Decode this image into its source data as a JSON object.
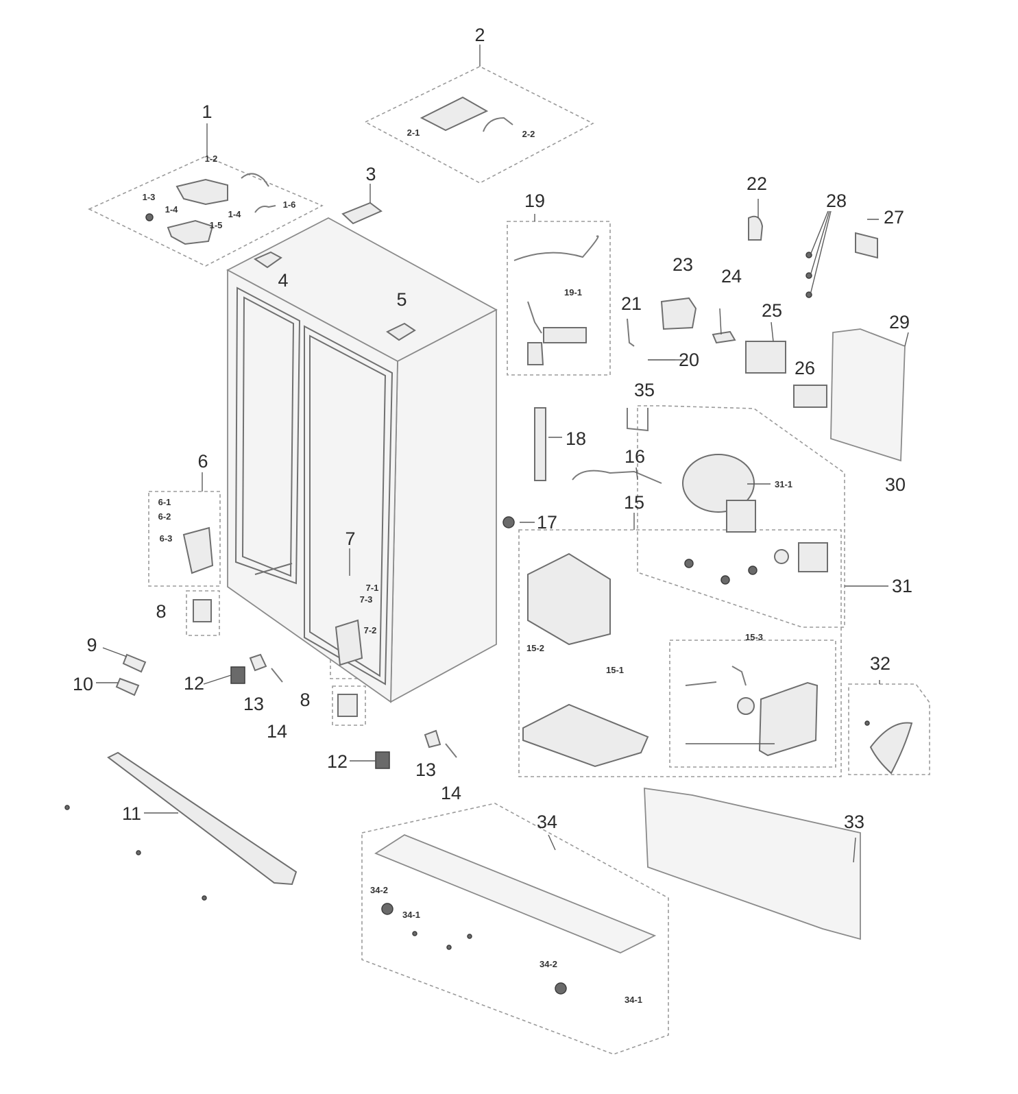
{
  "colors": {
    "line": "#6e6e6e",
    "group_border": "#9a9a9a",
    "label": "#2c2c2c",
    "background": "#ffffff"
  },
  "main_labels": [
    "1",
    "2",
    "3",
    "4",
    "5",
    "6",
    "7",
    "8",
    "8",
    "9",
    "10",
    "11",
    "12",
    "12",
    "13",
    "13",
    "14",
    "14",
    "15",
    "16",
    "17",
    "18",
    "19",
    "20",
    "21",
    "22",
    "23",
    "24",
    "25",
    "26",
    "27",
    "28",
    "29",
    "30",
    "31",
    "32",
    "33",
    "34",
    "35"
  ],
  "sub_labels": [
    "1-2",
    "1-3",
    "1-4",
    "1-4",
    "1-5",
    "1-6",
    "2-1",
    "2-2",
    "6-1",
    "6-2",
    "6-3",
    "7-1",
    "7-2",
    "7-3",
    "15-1",
    "15-2",
    "15-3",
    "19-1",
    "31-1",
    "34-1",
    "34-1",
    "34-2",
    "34-2"
  ]
}
